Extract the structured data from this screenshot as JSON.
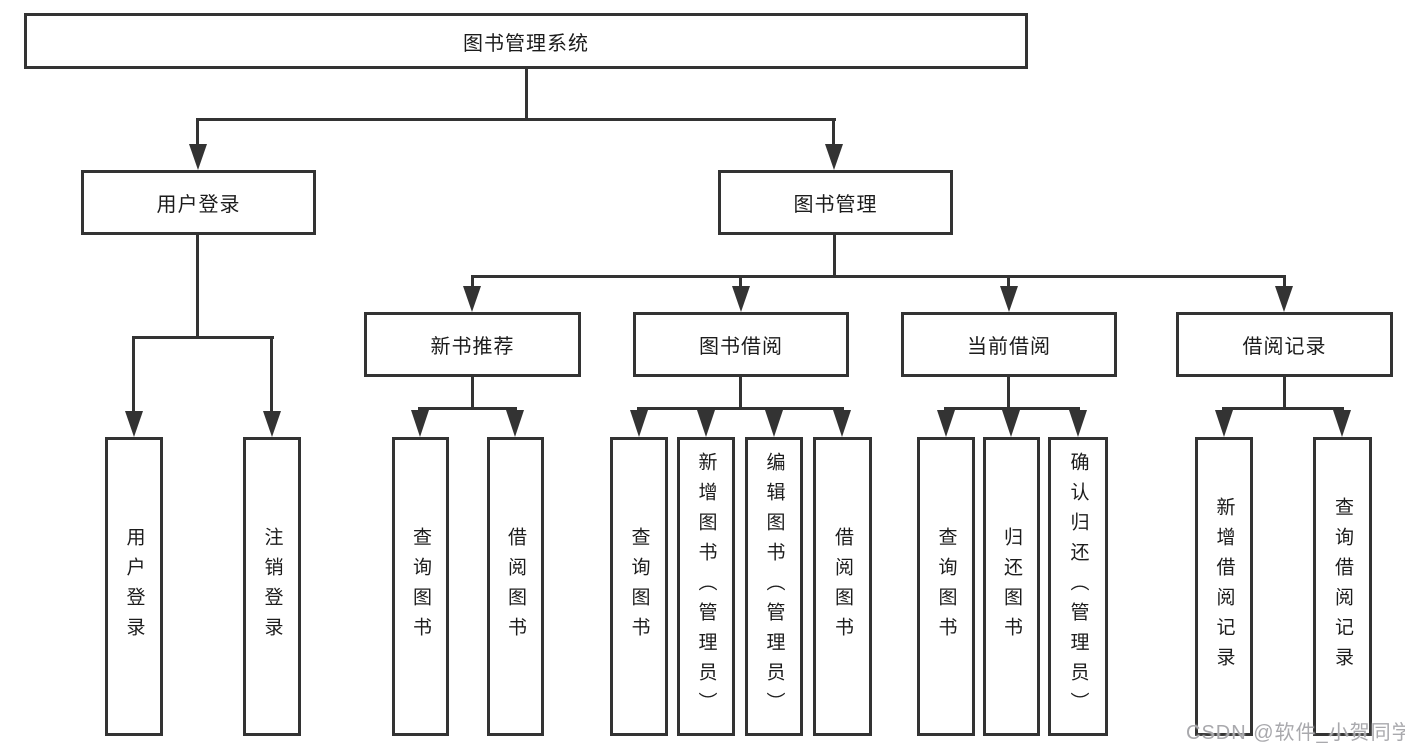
{
  "tree": {
    "root": {
      "label": "图书管理系统",
      "children": [
        {
          "label": "用户登录",
          "children": [
            {
              "label": "用户登录"
            },
            {
              "label": "注销登录"
            }
          ]
        },
        {
          "label": "图书管理",
          "children": [
            {
              "label": "新书推荐",
              "children": [
                {
                  "label": "查询图书"
                },
                {
                  "label": "借阅图书"
                }
              ]
            },
            {
              "label": "图书借阅",
              "children": [
                {
                  "label": "查询图书"
                },
                {
                  "label": "新增图书（管理员）"
                },
                {
                  "label": "编辑图书（管理员）"
                },
                {
                  "label": "借阅图书"
                }
              ]
            },
            {
              "label": "当前借阅",
              "children": [
                {
                  "label": "查询图书"
                },
                {
                  "label": "归还图书"
                },
                {
                  "label": "确认归还（管理员）"
                }
              ]
            },
            {
              "label": "借阅记录",
              "children": [
                {
                  "label": "新增借阅记录"
                },
                {
                  "label": "查询借阅记录"
                }
              ]
            }
          ]
        }
      ]
    }
  },
  "watermark": {
    "text": "CSDN @软件_小贺同学"
  },
  "colors": {
    "line": "#333333",
    "text": "#1c1c1c",
    "watermark": "#a9a9ad",
    "background": "#ffffff"
  }
}
